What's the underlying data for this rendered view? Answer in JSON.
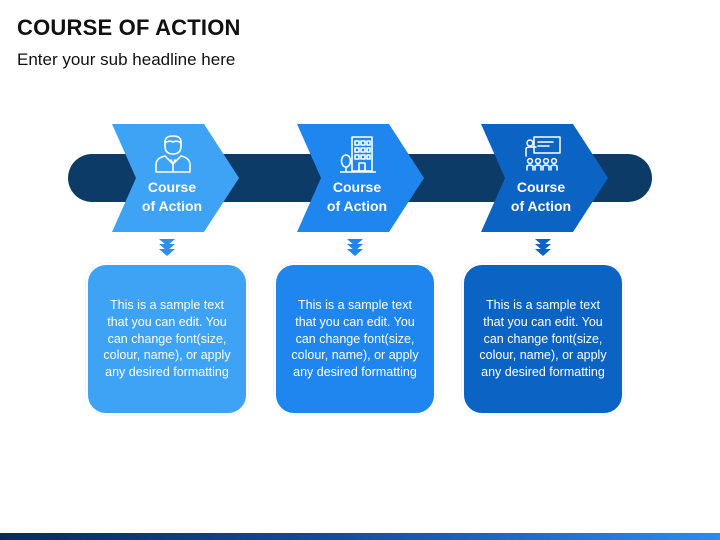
{
  "header": {
    "title": "COURSE OF ACTION",
    "subtitle": "Enter your sub headline here"
  },
  "colors": {
    "band": "#0b3b66",
    "step1": "#3ea3f5",
    "step2": "#1e86ee",
    "step3": "#0b63c4",
    "step1_arrow": "#2f8fe6",
    "step2_arrow": "#1e86ee",
    "step3_arrow": "#0b63c4",
    "footer": "#0e4c9c"
  },
  "steps": [
    {
      "label_line1": "Course",
      "label_line2": "of Action",
      "icon": "person-icon",
      "text": "This is a sample text that you can edit. You can change font(size, colour, name), or apply any desired formatting"
    },
    {
      "label_line1": "Course",
      "label_line2": "of Action",
      "icon": "building-icon",
      "text": "This is a sample text that you can edit. You can change font(size, colour, name), or apply any desired formatting"
    },
    {
      "label_line1": "Course",
      "label_line2": "of Action",
      "icon": "presentation-icon",
      "text": "This is a sample text that you can edit. You can change font(size, colour, name), or apply any desired formatting"
    }
  ]
}
